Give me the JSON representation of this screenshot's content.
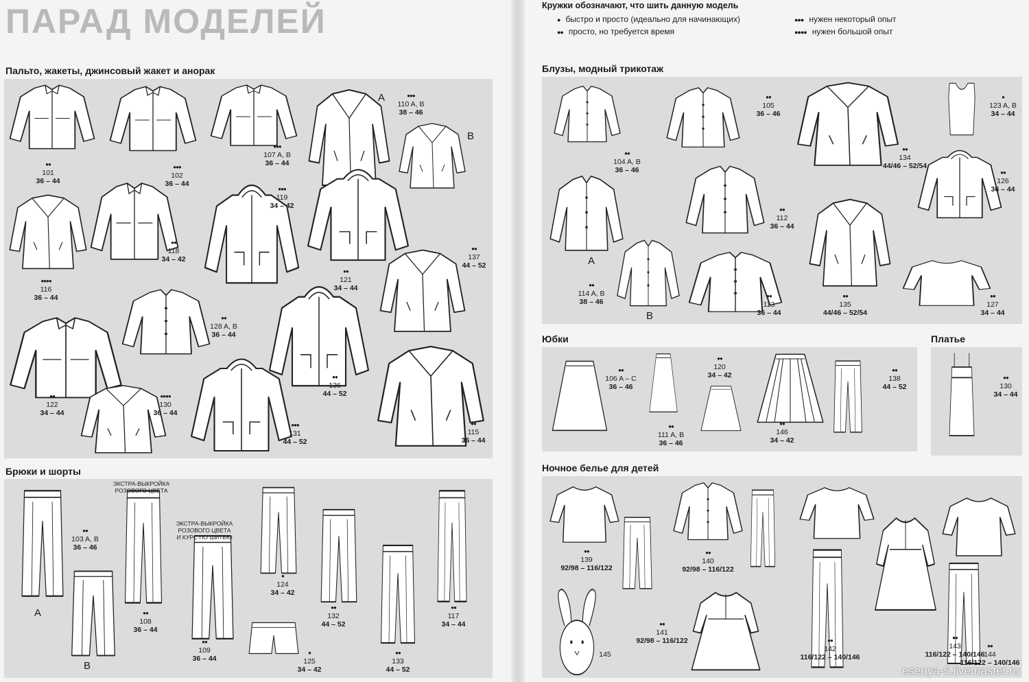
{
  "page_title": "ПАРАД МОДЕЛЕЙ",
  "legend": {
    "heading": "Кружки обозначают, что шить данную модель",
    "items": [
      {
        "dots": "●",
        "text": "быстро и просто (идеально для начинающих)"
      },
      {
        "dots": "●●",
        "text": "просто, но требуется время"
      },
      {
        "dots": "●●●",
        "text": "нужен некоторый опыт"
      },
      {
        "dots": "●●●●",
        "text": "нужен большой опыт"
      }
    ]
  },
  "sections": {
    "coats": "Пальто, жакеты, джинсовый жакет и анорак",
    "pants": "Брюки и шорты",
    "blouses": "Блузы, модный трикотаж",
    "skirts": "Юбки",
    "dress": "Платье",
    "kids": "Ночное белье для детей"
  },
  "notes": {
    "pink1": "ЭКСТРА-ВЫКРОЙКА\nРОЗОВОГО ЦВЕТА",
    "pink2": "ЭКСТРА-ВЫКРОЙКА\nРОЗОВОГО ЦВЕТА\nИ КУРС ПО ШИТЬЮ"
  },
  "letters": {
    "A": "A",
    "B": "B"
  },
  "models": [
    {
      "dots": "●●",
      "num": "101",
      "size": "36 – 44"
    },
    {
      "dots": "●●●",
      "num": "102",
      "size": "36 – 44"
    },
    {
      "dots": "●●●",
      "num": "107 A, B",
      "size": "36 – 44"
    },
    {
      "dots": "●●●",
      "num": "110 A, B",
      "size": "38 – 46"
    },
    {
      "dots": "●●●",
      "num": "119",
      "size": "34 – 42"
    },
    {
      "dots": "●●●●",
      "num": "116",
      "size": "36 – 44"
    },
    {
      "dots": "●●",
      "num": "118",
      "size": "34 – 42"
    },
    {
      "dots": "●●",
      "num": "121",
      "size": "34 – 44"
    },
    {
      "dots": "●●",
      "num": "137",
      "size": "44 – 52"
    },
    {
      "dots": "●●",
      "num": "128 A, B",
      "size": "36 – 44"
    },
    {
      "dots": "●●",
      "num": "122",
      "size": "34 – 44"
    },
    {
      "dots": "●●●●",
      "num": "130",
      "size": "36 – 44"
    },
    {
      "dots": "●●",
      "num": "136",
      "size": "44 – 52"
    },
    {
      "dots": "●●●",
      "num": "131",
      "size": "44 – 52"
    },
    {
      "dots": "●●",
      "num": "115",
      "size": "36 – 44"
    },
    {
      "dots": "●●",
      "num": "103 A, B",
      "size": "36 – 46"
    },
    {
      "dots": "●●",
      "num": "108",
      "size": "36 – 44"
    },
    {
      "dots": "●●",
      "num": "109",
      "size": "36 – 44"
    },
    {
      "dots": "●",
      "num": "124",
      "size": "34 – 42"
    },
    {
      "dots": "●●",
      "num": "132",
      "size": "44 – 52"
    },
    {
      "dots": "●●",
      "num": "117",
      "size": "34 – 44"
    },
    {
      "dots": "●",
      "num": "125",
      "size": "34 – 42"
    },
    {
      "dots": "●●",
      "num": "133",
      "size": "44 – 52"
    },
    {
      "dots": "●●",
      "num": "104 A, B",
      "size": "36 – 46"
    },
    {
      "dots": "●●",
      "num": "105",
      "size": "36 – 46"
    },
    {
      "dots": "●●",
      "num": "134",
      "size": "44/46 – 52/54"
    },
    {
      "dots": "●",
      "num": "123 A, B",
      "size": "34 – 44"
    },
    {
      "dots": "●●",
      "num": "112",
      "size": "36 – 44"
    },
    {
      "dots": "●●",
      "num": "126",
      "size": "36 – 44"
    },
    {
      "dots": "●●",
      "num": "114 A, B",
      "size": "38 – 46"
    },
    {
      "dots": "●●",
      "num": "113",
      "size": "36 – 44"
    },
    {
      "dots": "●●",
      "num": "135",
      "size": "44/46 – 52/54"
    },
    {
      "dots": "●●",
      "num": "127",
      "size": "34 – 44"
    },
    {
      "dots": "●●",
      "num": "106 A – C",
      "size": "36 – 46"
    },
    {
      "dots": "●●",
      "num": "120",
      "size": "34 – 42"
    },
    {
      "dots": "●●",
      "num": "111 A, B",
      "size": "36 – 46"
    },
    {
      "dots": "●●",
      "num": "146",
      "size": "34 – 42"
    },
    {
      "dots": "●●",
      "num": "138",
      "size": "44 – 52"
    },
    {
      "dots": "●●",
      "num": "130",
      "size": "34 – 44"
    },
    {
      "dots": "●●",
      "num": "139",
      "size": "92/98 – 116/122"
    },
    {
      "dots": "●●",
      "num": "140",
      "size": "92/98 – 116/122"
    },
    {
      "dots": "●●",
      "num": "141",
      "size": "92/98 – 116/122"
    },
    {
      "dots": "",
      "num": "145",
      "size": ""
    },
    {
      "dots": "●●",
      "num": "142",
      "size": "116/122 – 140/146"
    },
    {
      "dots": "●●",
      "num": "143",
      "size": "116/122 – 140/146"
    },
    {
      "dots": "●●",
      "num": "144",
      "size": "116/122 – 140/146"
    }
  ],
  "watermark": "esenya-5.livemaster.ru"
}
